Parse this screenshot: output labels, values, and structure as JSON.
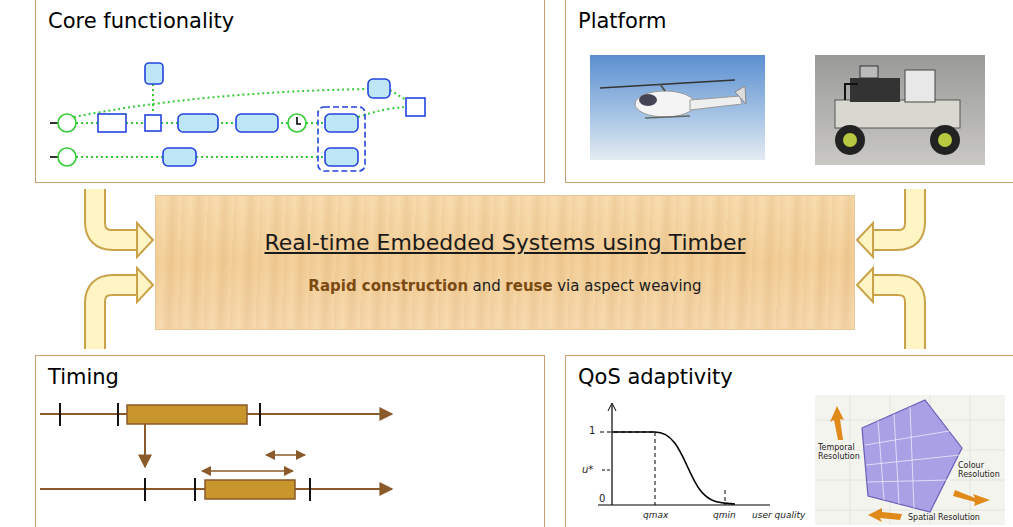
{
  "diagram": {
    "nodes": [
      {
        "text": [
          "Core functionality"
        ]
      },
      {
        "text": [
          "Platform"
        ]
      },
      {
        "text": [
          "Real-time Embedded Systems using Timber",
          "Rapid construction",
          "and",
          "reuse",
          "via aspect weaving"
        ]
      },
      {
        "text": [
          "Timing"
        ]
      },
      {
        "text": [
          "QoS adaptivity"
        ]
      }
    ],
    "edges": [
      {
        "from": 0,
        "to": 2,
        "arrow": "to"
      },
      {
        "from": 1,
        "to": 2,
        "arrow": "to"
      },
      {
        "from": 3,
        "to": 2,
        "arrow": "to"
      },
      {
        "from": 4,
        "to": 2,
        "arrow": "to"
      }
    ],
    "labels": [
      "1",
      "u*",
      "0",
      "qmax",
      "qmin",
      "user quality",
      "Temporal Resolution",
      "Colour Resolution",
      "Spatial Resolution"
    ]
  }
}
